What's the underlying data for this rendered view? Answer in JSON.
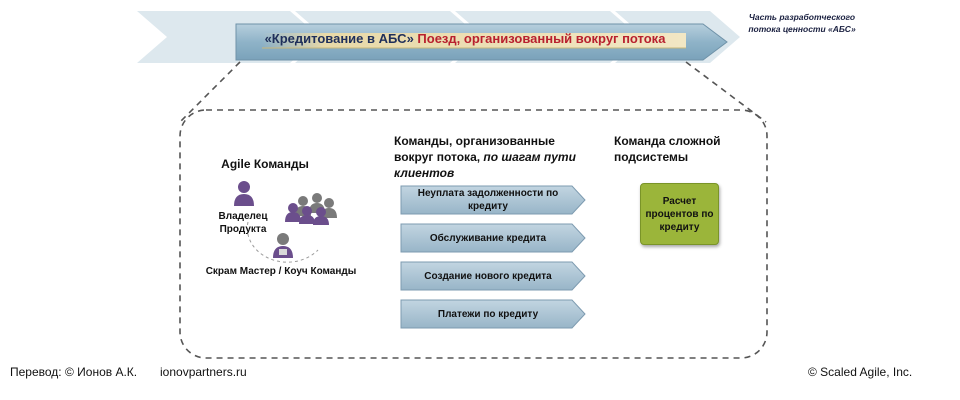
{
  "train": {
    "name_part": "«Кредитование в АБС»",
    "description_part": "Поезд, организованный вокруг потока",
    "stream_note": "Часть разработческого потока ценности «АБС»"
  },
  "agile_teams": {
    "title": "Agile Команды",
    "product_owner": "Владелец Продукта",
    "scrum_master": "Скрам Мастер / Коуч Команды"
  },
  "stream_teams": {
    "title_plain": "Команды, организованные вокруг потока,",
    "title_italic": "по шагам пути клиентов",
    "steps": [
      "Неуплата задолженности по кредиту",
      "Обслуживание кредита",
      "Создание нового кредита",
      "Платежи по кредиту"
    ]
  },
  "complex_subsystem": {
    "title": "Команда сложной подсистемы",
    "component": "Расчет процентов по кредиту"
  },
  "footer": {
    "translation": "Перевод: © Ионов А.К.",
    "url": "ionovpartners.ru",
    "copyright": "© Scaled Agile,  Inc."
  },
  "colors": {
    "chevron_bg": "#dde8ee",
    "train_bar": "#8fb3c8",
    "step_arrow": "#a9c1d1",
    "component_box": "#9bb53a",
    "person_purple": "#6b4e8c",
    "accent_red": "#b8202e"
  }
}
